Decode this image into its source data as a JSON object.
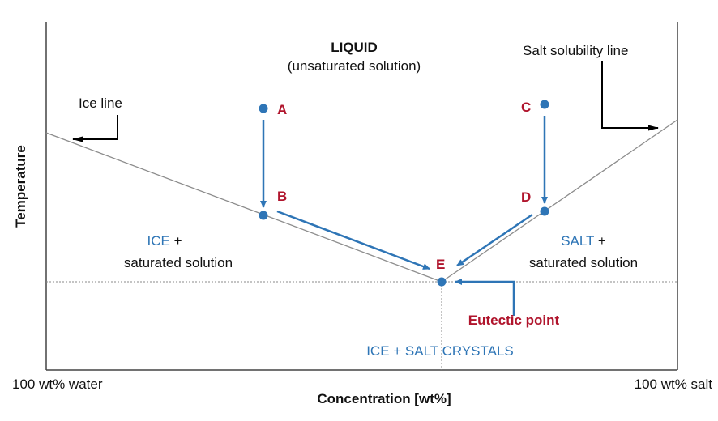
{
  "regions": {
    "liquid": "LIQUID",
    "liquid_sub": "(unsaturated solution)",
    "ice_word": "ICE",
    "ice_plus": " +",
    "ice_sub": "saturated solution",
    "salt_word": "SALT",
    "salt_plus": " +",
    "salt_sub": "saturated solution",
    "crystals": "ICE + SALT CRYSTALS"
  },
  "lines": {
    "ice_line": "Ice line",
    "salt_line": "Salt solubility line",
    "eutectic": "Eutectic point"
  },
  "points": {
    "A": "A",
    "B": "B",
    "C": "C",
    "D": "D",
    "E": "E"
  },
  "axes": {
    "ylabel": "Temperature",
    "xlabel": "Concentration [wt%]",
    "x_left": "100 wt% water",
    "x_right": "100 wt% salt"
  },
  "colors": {
    "blue": "#2e75b6",
    "red": "#b0142c",
    "line": "#8c8c8c"
  }
}
